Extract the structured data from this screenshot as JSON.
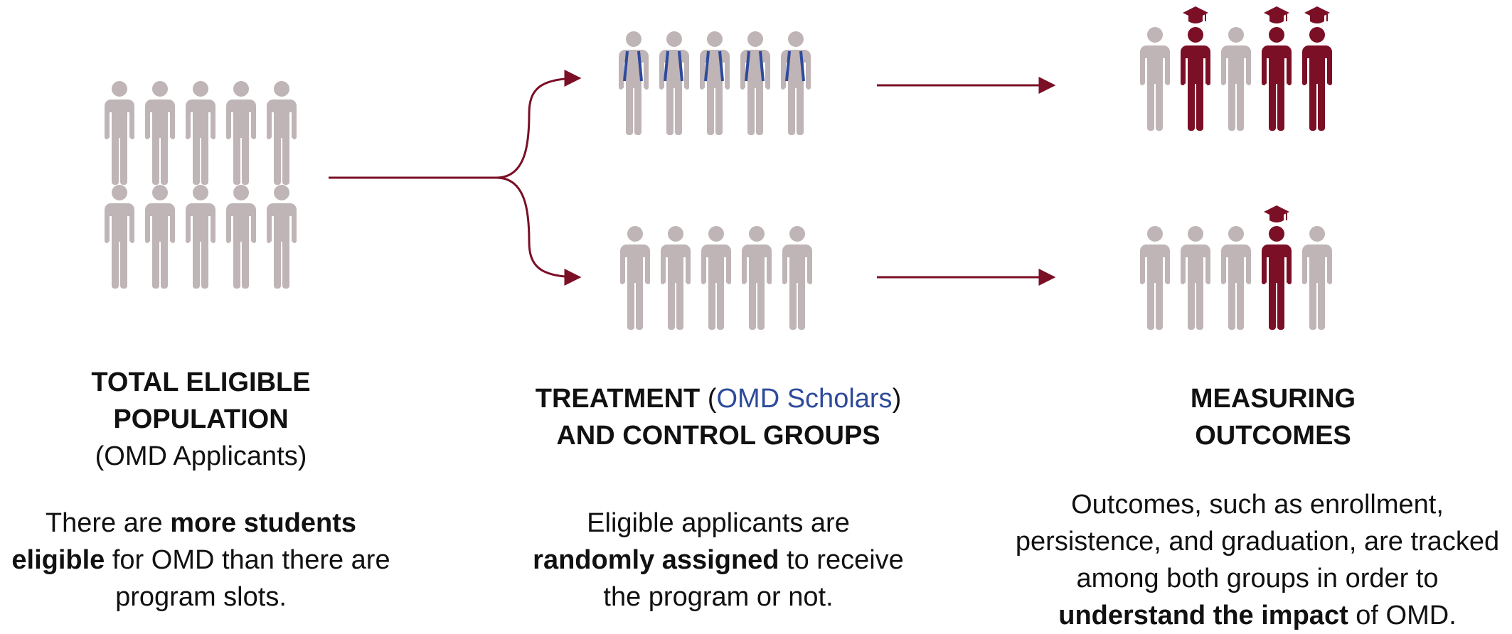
{
  "colors": {
    "person_gray": "#bfb4b6",
    "maroon": "#7a0f26",
    "strap_blue": "#2e4a9b",
    "text": "#111111"
  },
  "icons": {
    "person": "person-icon",
    "backpack": "backpack-strap-icon",
    "graduate": "graduation-cap-icon",
    "arrow": "arrow-icon"
  },
  "groups": {
    "population": {
      "rows": 2,
      "count_per_row": 5
    },
    "treatment": {
      "count": 5,
      "with_backpack": true
    },
    "control": {
      "count": 5
    },
    "treatment_outcome": {
      "count": 5,
      "graduated_flags": [
        false,
        true,
        false,
        true,
        true
      ]
    },
    "control_outcome": {
      "count": 5,
      "graduated_flags": [
        false,
        false,
        false,
        true,
        false
      ]
    }
  },
  "col1": {
    "heading_line1": "TOTAL ELIGIBLE",
    "heading_line2": "POPULATION",
    "sub": "(OMD Applicants)",
    "body_1": "There are ",
    "body_bold": "more students eligible",
    "body_2": " for OMD than there are program slots."
  },
  "col2": {
    "heading_a": "TREATMENT",
    "heading_paren_open": " (",
    "heading_blue": "OMD Scholars",
    "heading_paren_close": ")",
    "heading_line2": "AND CONTROL GROUPS",
    "body_1": "Eligible applicants are ",
    "body_bold": "randomly assigned",
    "body_2": " to receive the program or not."
  },
  "col3": {
    "heading_line1": "MEASURING",
    "heading_line2": "OUTCOMES",
    "body_1": "Outcomes, such as enrollment, persistence, and graduation, are tracked among both groups in order to ",
    "body_bold": "understand the impact",
    "body_2": " of OMD."
  }
}
